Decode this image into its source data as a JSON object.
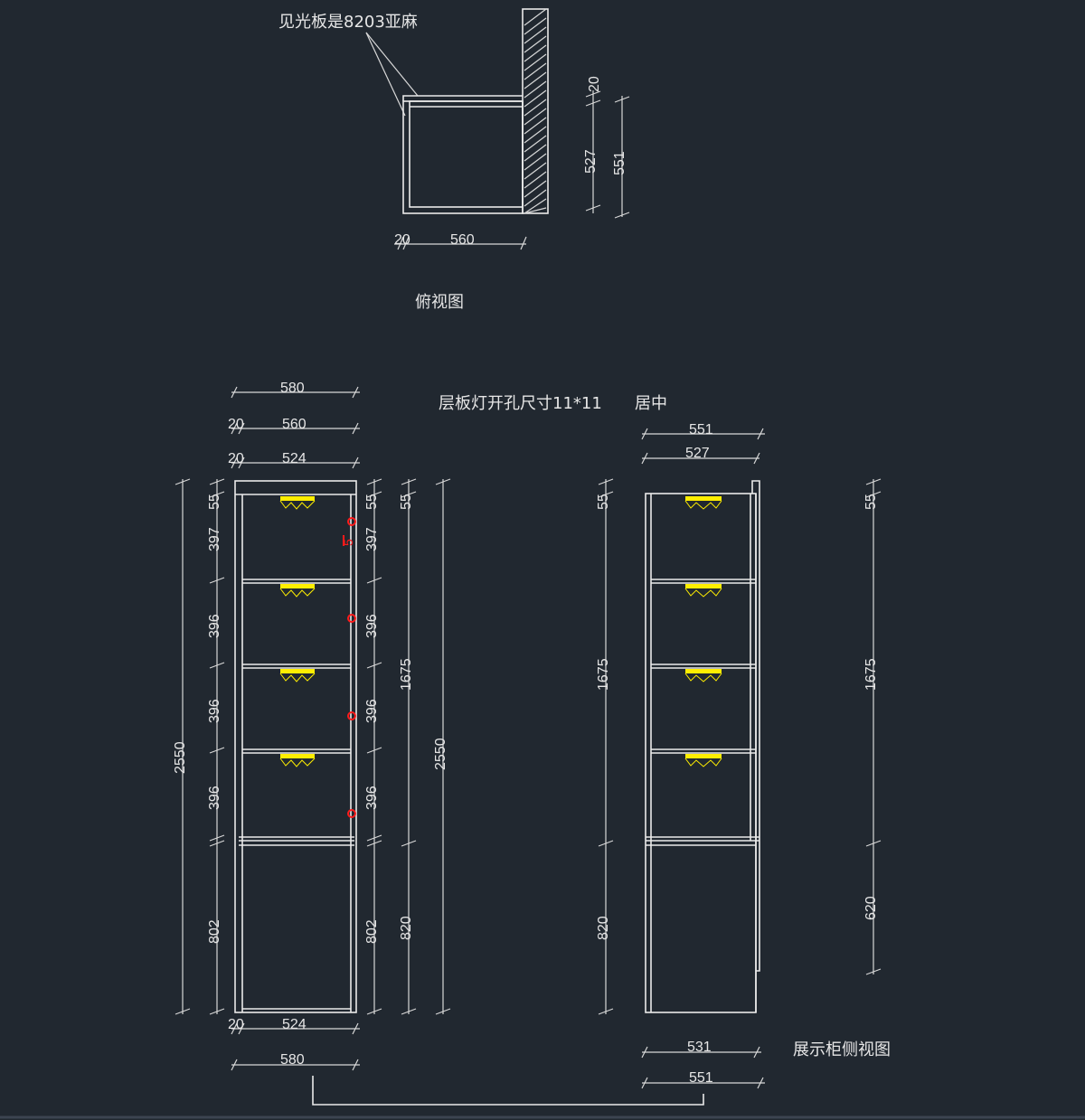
{
  "notes": {
    "light_panel": "见光板是8203亚麻",
    "top_view": "俯视图",
    "shelf_light": "层板灯开孔尺寸11*11",
    "centered": "居中",
    "side_view": "展示柜侧视图"
  },
  "top_view": {
    "dims": {
      "d20_side": "20",
      "d527": "527",
      "d551": "551",
      "d20_bottom": "20",
      "d560": "560"
    }
  },
  "front_view": {
    "top_dims": {
      "w580": "580",
      "t20_a": "20",
      "w560": "560",
      "t20_b": "20",
      "w524": "524"
    },
    "left_dims": [
      "55",
      "397",
      "396",
      "396",
      "396",
      "802"
    ],
    "left_total": "2550",
    "right_dims": [
      "55",
      "397",
      "396",
      "396",
      "396",
      "802"
    ],
    "right_dims2": {
      "d55": "55",
      "d1675": "1675",
      "d820": "820"
    },
    "right_total": "2550",
    "bottom_dims": {
      "t20": "20",
      "w524": "524",
      "w580": "580"
    },
    "hole_mark": "5"
  },
  "side_view": {
    "top_dims": {
      "d551": "551",
      "d527": "527"
    },
    "left_dims": {
      "d55": "55",
      "d1675": "1675",
      "d820": "820"
    },
    "right_dims": {
      "d55": "55",
      "d1675": "1675",
      "d620": "620"
    },
    "bottom_dims": {
      "d531": "531",
      "d551": "551"
    }
  },
  "colors": {
    "background": "#212830",
    "lines": "#eaeaea",
    "lamp": "#ffee00",
    "hole": "#ff1a1a"
  }
}
